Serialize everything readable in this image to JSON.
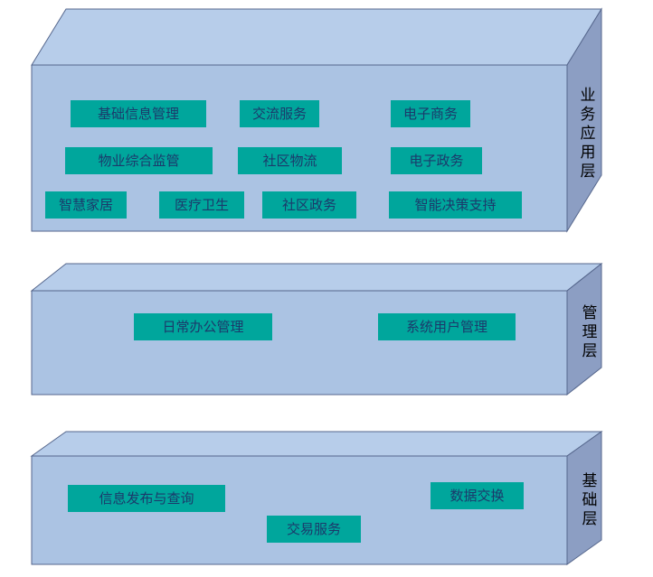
{
  "diagram": {
    "layers": [
      {
        "name": "业务应用层",
        "items": [
          {
            "label": "基础信息管理"
          },
          {
            "label": "交流服务"
          },
          {
            "label": "电子商务"
          },
          {
            "label": "物业综合监管"
          },
          {
            "label": "社区物流"
          },
          {
            "label": "电子政务"
          },
          {
            "label": "智慧家居"
          },
          {
            "label": "医疗卫生"
          },
          {
            "label": "社区政务"
          },
          {
            "label": "智能决策支持"
          }
        ]
      },
      {
        "name": "管理层",
        "items": [
          {
            "label": "日常办公管理"
          },
          {
            "label": "系统用户管理"
          }
        ]
      },
      {
        "name": "基础层",
        "items": [
          {
            "label": "信息发布与查询"
          },
          {
            "label": "数据交换"
          },
          {
            "label": "交易服务"
          }
        ]
      }
    ],
    "colors": {
      "face_front": "#abc3e3",
      "face_top": "#b7cdea",
      "face_side": "#8c9ec3",
      "chip_bg": "#00a69c",
      "chip_text": "#1b3a6b",
      "label_text": "#000000",
      "edge": "#55668c"
    }
  }
}
